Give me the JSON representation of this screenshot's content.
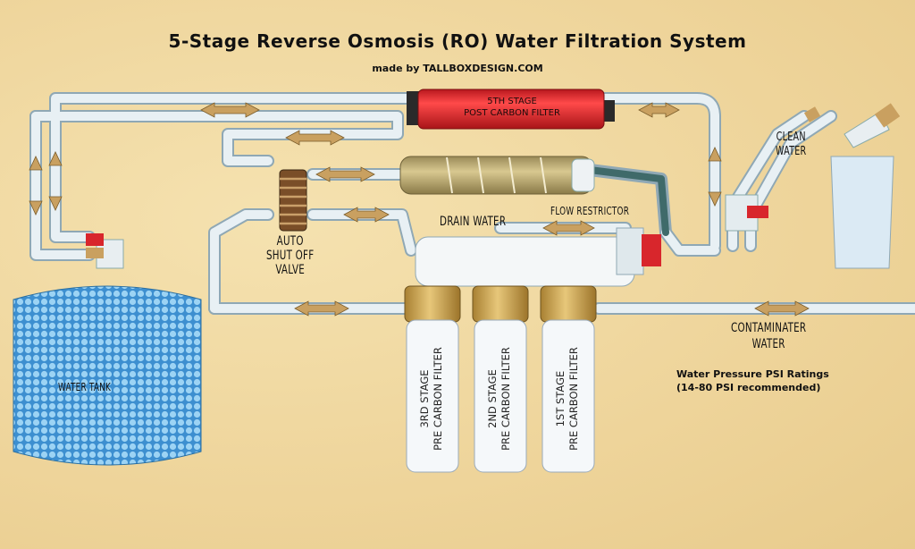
{
  "title": "5-Stage Reverse Osmosis (RO) Water Filtration System",
  "credit": "made by TALLBOXDESIGN.COM",
  "labels": {
    "fifth_stage_line1": "5TH STAGE",
    "fifth_stage_line2": "POST CARBON FILTER",
    "clean_water_line1": "CLEAN",
    "clean_water_line2": "WATER",
    "flow_restrictor": "FLOW RESTRICTOR",
    "drain_water": "DRAIN WATER",
    "auto_shutoff_line1": "AUTO",
    "auto_shutoff_line2": "SHUT OFF",
    "auto_shutoff_line3": "VALVE",
    "water_tank": "WATER TANK",
    "contaminated_line1": "CONTAMINATER",
    "contaminated_line2": "WATER",
    "psi_line1": "Water Pressure PSI Ratings",
    "psi_line2": "(14-80 PSI recommended)"
  },
  "filters": [
    {
      "line1": "3RD STAGE",
      "line2": "PRE CARBON FILTER"
    },
    {
      "line1": "2ND STAGE",
      "line2": "PRE CARBON FILTER"
    },
    {
      "line1": "1ST STAGE",
      "line2": "PRE CARBON FILTER"
    }
  ],
  "colors": {
    "background": "#f0d9a0",
    "pipe": "#cfe0e8",
    "pipe_edge": "#8aa3b0",
    "arrow": "#c9a060",
    "red_filter": "#d8262c",
    "tank": "#6fb3e0",
    "gold_cap": "#c9a24e"
  }
}
